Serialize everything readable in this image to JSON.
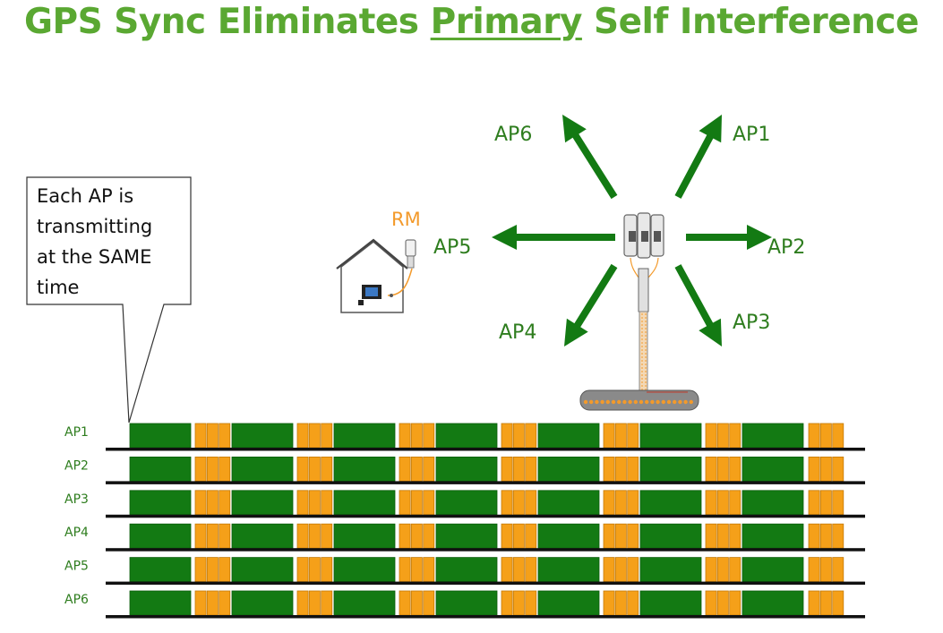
{
  "title": {
    "prefix": "GPS Sync Eliminates ",
    "underlined": "Primary",
    "suffix": " Self Interference"
  },
  "callout": {
    "lines": [
      "Each AP is",
      "transmitting",
      "at the SAME",
      "time"
    ]
  },
  "rm_label": "RM",
  "sectors": [
    {
      "label": "AP1",
      "direction": "up-right"
    },
    {
      "label": "AP2",
      "direction": "right"
    },
    {
      "label": "AP3",
      "direction": "down-right"
    },
    {
      "label": "AP4",
      "direction": "down-left"
    },
    {
      "label": "AP5",
      "direction": "left"
    },
    {
      "label": "AP6",
      "direction": "up-left"
    }
  ],
  "timeline": {
    "rows": [
      "AP1",
      "AP2",
      "AP3",
      "AP4",
      "AP5",
      "AP6"
    ],
    "pattern": [
      "downlink",
      "uplink",
      "downlink",
      "uplink",
      "downlink",
      "uplink",
      "downlink",
      "uplink",
      "downlink",
      "uplink",
      "downlink",
      "uplink",
      "downlink",
      "uplink"
    ]
  },
  "colors": {
    "title": "#5aa832",
    "arrow": "#137a13",
    "label": "#2e7d1e",
    "downlink": "#137a13",
    "uplink": "#f5a019",
    "rm": "#f39a2b"
  },
  "icons": [
    "house-icon",
    "computer-icon",
    "rm-radio-icon",
    "tower-icon"
  ]
}
